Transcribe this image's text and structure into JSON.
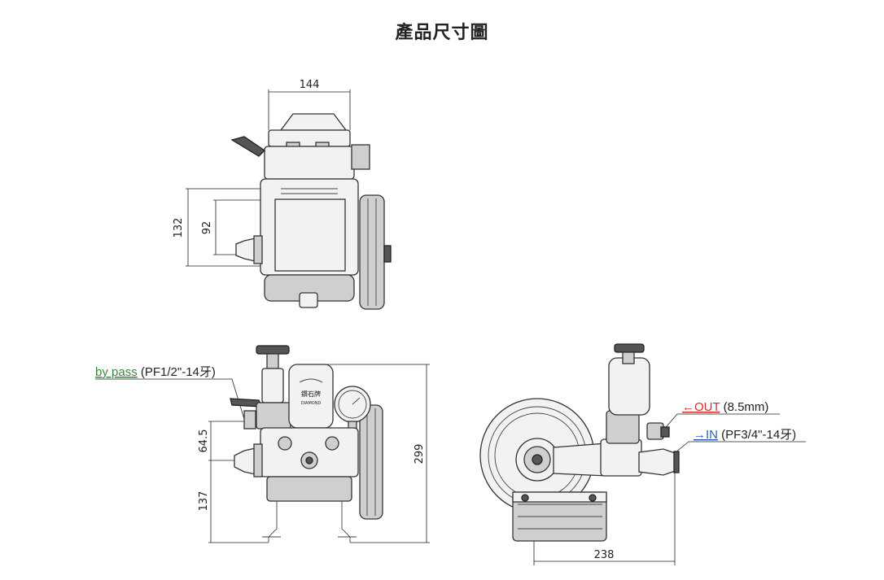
{
  "title": "產品尺寸圖",
  "top_view": {
    "width_dim": "144",
    "height_dim_outer": "132",
    "height_dim_inner": "92"
  },
  "front_view": {
    "bypass_label": "by pass",
    "bypass_spec": " (PF1/2\"-14牙)",
    "dim_64_5": "64.5",
    "dim_137": "137",
    "dim_299": "299",
    "tank_brand_cn": "鑽石牌",
    "tank_brand_en": "DIAMOND"
  },
  "side_view": {
    "out_label": "←OUT",
    "out_spec": " (8.5mm)",
    "in_label": "→IN",
    "in_spec": " (PF3/4\"-14牙)",
    "dim_238": "238"
  },
  "colors": {
    "bypass": "#3a8a3a",
    "out": "#d62b2b",
    "in": "#2a5fb0"
  }
}
